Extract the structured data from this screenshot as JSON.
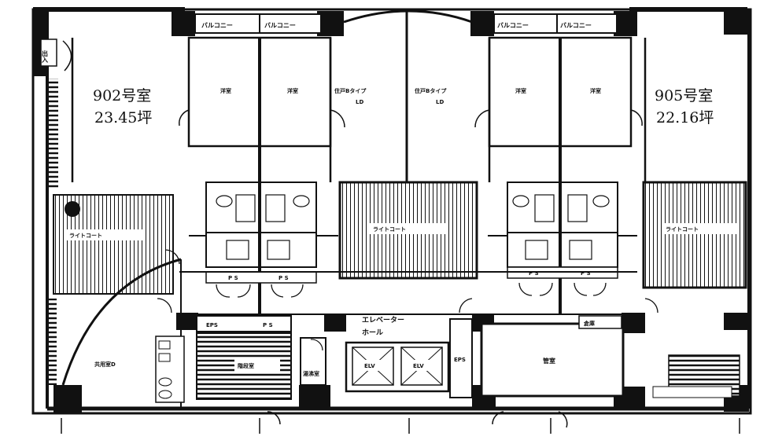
{
  "units": {
    "unit_902": {
      "name": "902号室",
      "area": "23.45坪"
    },
    "unit_905": {
      "name": "905号室",
      "area": "22.16坪"
    }
  },
  "labels": {
    "balcony": "バルコニー",
    "light_court": "ライトコート",
    "elevator_hall": "エレベーター",
    "elevator_hall_2": "ホール",
    "elv": "ELV",
    "eps": "EPS",
    "ps": "P S",
    "machine_room": "管室",
    "entrance": "出入",
    "common_room": "共用室D",
    "stair": "階段室",
    "water_closet": "湯沸室",
    "storage": "倉庫",
    "western_room": "洋室",
    "dk_room": "住戸Bタイプ",
    "ld": "LD"
  },
  "colors": {
    "ink": "#111111",
    "paper": "#ffffff"
  }
}
